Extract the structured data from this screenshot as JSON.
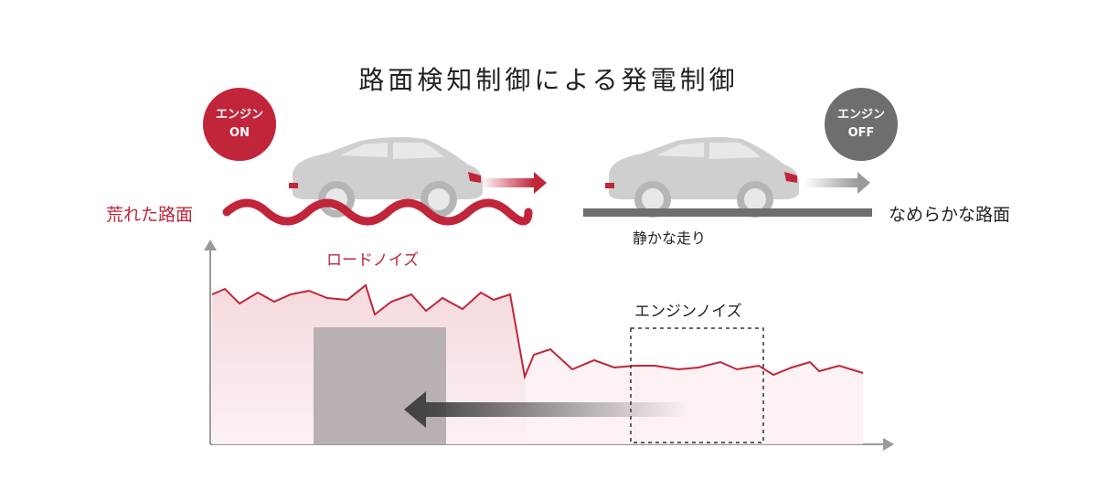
{
  "title": "路面検知制御による発電制御",
  "badges": {
    "on": {
      "line1": "エンジン",
      "line2": "ON",
      "color": "#c0253a"
    },
    "off": {
      "line1": "エンジン",
      "line2": "OFF",
      "color": "#6e6e6e"
    }
  },
  "labels": {
    "rough_road": "荒れた路面",
    "smooth_road": "なめらかな路面",
    "quiet_run": "静かな走り",
    "road_noise": "ロードノイズ",
    "engine_noise": "エンジンノイズ"
  },
  "colors": {
    "accent_red": "#c0253a",
    "gray": "#6e6e6e",
    "car_gray": "#cfcfcf",
    "masking_block": "#b8b0b1"
  },
  "icons": [
    "car-icon",
    "arrow-right-icon",
    "arrow-left-icon"
  ]
}
